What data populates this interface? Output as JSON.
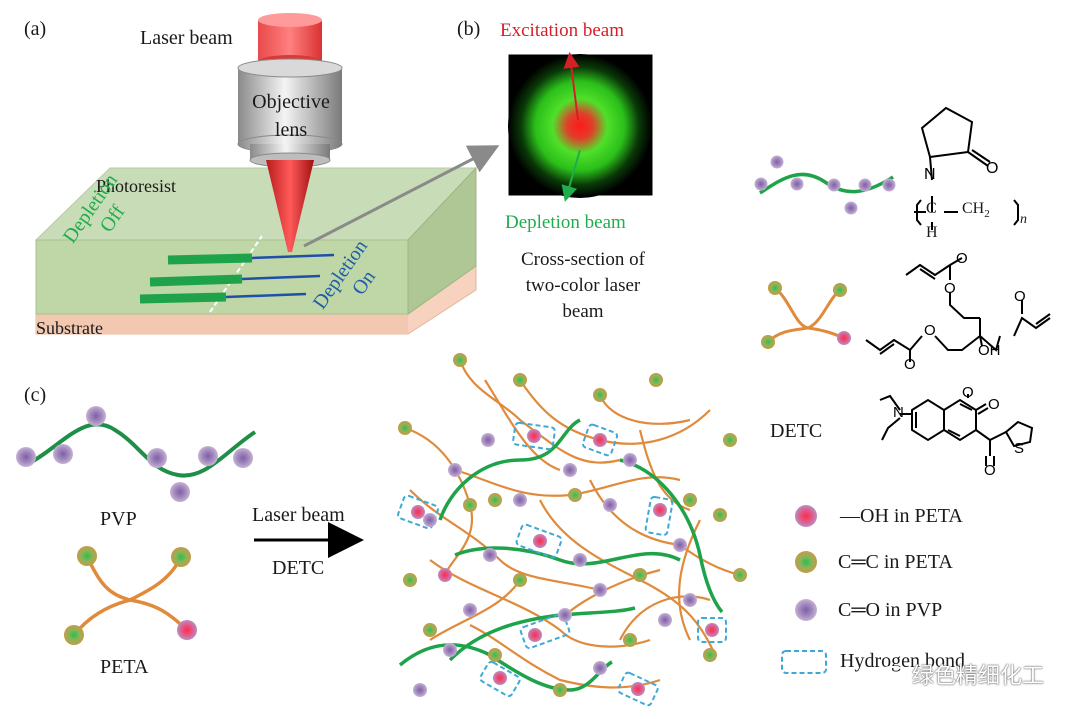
{
  "panels": {
    "a": "(a)",
    "b": "(b)",
    "c": "(c)"
  },
  "panel_a": {
    "laser_beam": "Laser beam",
    "objective_lens": [
      "Objective",
      "lens"
    ],
    "photoresist": "Photoresist",
    "substrate": "Substrate",
    "depletion_off": [
      "Depletion",
      "Off"
    ],
    "depletion_on": [
      "Depletion",
      "On"
    ]
  },
  "panel_b": {
    "excitation_beam": "Excitation beam",
    "depletion_beam": "Depletion beam",
    "caption": [
      "Cross-section of",
      "two-color laser",
      "beam"
    ]
  },
  "structures": {
    "pvp_formula": [
      "N",
      "O",
      "C",
      "CH",
      "2",
      "n",
      "H"
    ],
    "peta_formula": [
      "O",
      "O",
      "O",
      "O",
      "O",
      "OH"
    ],
    "detc_label": "DETC",
    "detc_formula": [
      "N",
      "O",
      "O",
      "O",
      "S"
    ]
  },
  "panel_c": {
    "pvp": "PVP",
    "peta": "PETA",
    "arrow_top": "Laser beam",
    "arrow_bottom": "DETC"
  },
  "legend": [
    {
      "label": "—OH in PETA"
    },
    {
      "label": "C═C in PETA"
    },
    {
      "label": "C═O in PVP"
    },
    {
      "label": "Hydrogen bond"
    }
  ],
  "watermark": "绿色精细化工",
  "colors": {
    "pvp_chain": "#1fa34a",
    "peta_chain": "#e08a3c",
    "oh_node": "#e8315a",
    "cc_node": "#3fbf4a",
    "co_node": "#8f6fb0",
    "hbond": "#3fa9d6"
  }
}
